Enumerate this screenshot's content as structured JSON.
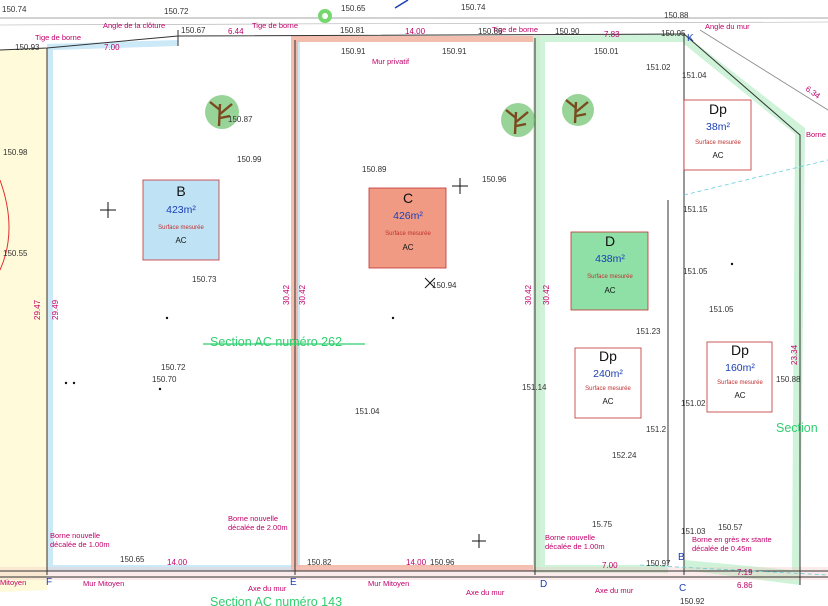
{
  "lots": {
    "b": {
      "letter": "B",
      "area": "423m²",
      "subtitle": "Surface mesurée",
      "code": "AC"
    },
    "c": {
      "letter": "C",
      "area": "426m²",
      "subtitle": "Surface mesurée",
      "code": "AC"
    },
    "d": {
      "letter": "D",
      "area": "438m²",
      "subtitle": "Surface mesurée",
      "code": "AC"
    },
    "dp1": {
      "letter": "Dp",
      "area": "38m²",
      "subtitle": "Surface mesurée",
      "code": "AC"
    },
    "dp2": {
      "letter": "Dp",
      "area": "240m²",
      "subtitle": "Surface mesurée",
      "code": "AC"
    },
    "dp3": {
      "letter": "Dp",
      "area": "160m²",
      "subtitle": "Surface mesurée",
      "code": "AC"
    }
  },
  "sections": {
    "main": "Section AC numéro 262",
    "bottom": "Section AC numéro 143",
    "right": "Section"
  },
  "corners": {
    "b": "B",
    "c": "C",
    "d": "D",
    "e": "E",
    "f": "F",
    "k": "K"
  },
  "notes": {
    "angle_cloture": "Angle de la clôture",
    "tige_borne_1": "Tige de borne",
    "tige_borne_2": "Tige de borne",
    "tige_borne_3": "Tige de borne",
    "angle_mur": "Angle du mur",
    "mur_prive": "Mur privatif",
    "borne_right": "Borne",
    "borne_e_1": "Borne nouvelle",
    "borne_e_2": "décalée de 2.00m",
    "borne_f_1": "Borne nouvelle",
    "borne_f_2": "décalée de 1.00m",
    "borne_d_1": "Borne nouvelle",
    "borne_d_2": "décalée de 1.00m",
    "borne_b_1": "Borne en grès ex stante",
    "borne_b_2": "décalée de 0.45m",
    "mur_mitoyen_1": "Mur Mitoyen",
    "mur_mitoyen_2": "Mur Mitoyen",
    "axe_mur_1": "Axe du mur",
    "axe_mur_2": "Axe du mur",
    "axe_mur_3": "Axe du mur",
    "mitoyen_left": "Mitoyen"
  },
  "dimensions": {
    "top_1": "7.00",
    "top_2": "6.44",
    "top_3": "14.00",
    "top_4": "7.83",
    "bottom_1": "14.00",
    "bottom_2": "14.00",
    "bottom_3": "7.00",
    "bottom_4": "7.19",
    "bottom_5": "6.86",
    "right_1": "6.34",
    "left_1": "29.47",
    "v_1": "29.49",
    "v_2": "30.42",
    "v_3": "30.42",
    "v_4": "30.42",
    "v_5": "30.42",
    "v_6": "23.34"
  },
  "elevations": [
    "150.74",
    "150.72",
    "150.65",
    "150.74",
    "150.88",
    "150.93",
    "150.67",
    "150.81",
    "150.86",
    "150.90",
    "150.95",
    "150.91",
    "150.01",
    "150.91",
    "151.02",
    "151.04",
    "150.87",
    "150.99",
    "150.89",
    "150.96",
    "150.98",
    "151.15",
    "150.73",
    "150.94",
    "151.05",
    "151.05",
    "151.23",
    "150.70",
    "151.04",
    "151.14",
    "151.02",
    "151.2",
    "152.24",
    "150.88",
    "150.65",
    "150.82",
    "150.96",
    "150.92",
    "151.03",
    "150.57",
    "150.97",
    "150.55",
    "150.72",
    "15.75"
  ]
}
